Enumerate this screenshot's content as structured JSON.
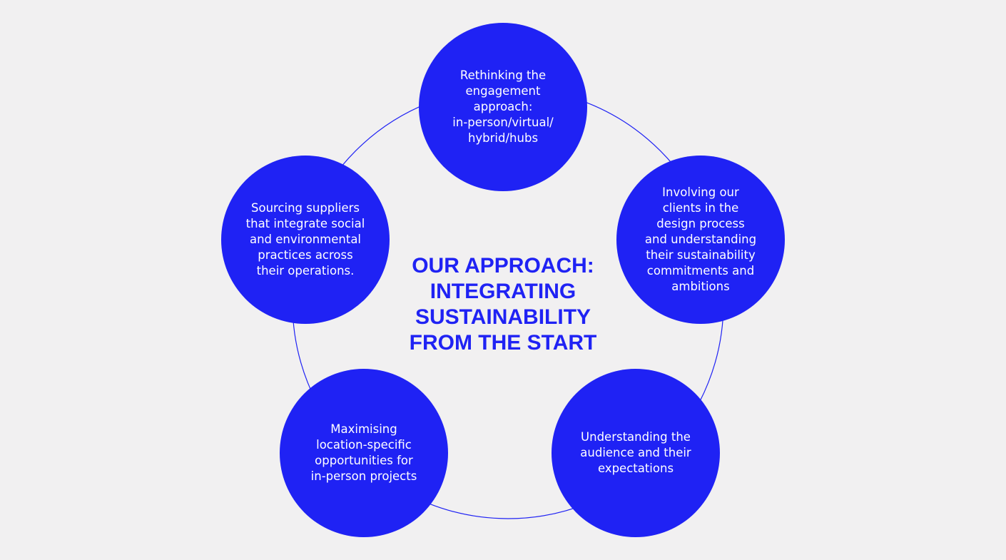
{
  "title": "OUR APPROACH:\nINTEGRATING\nSUSTAINABILITY\nFROM THE START",
  "colors": {
    "background": "#f1f0f1",
    "accent": "#1f22f4",
    "node_text": "#ffffff"
  },
  "nodes": [
    {
      "id": "engagement",
      "text": "Rethinking the\nengagement\napproach:\nin-person/virtual/\nhybrid/hubs"
    },
    {
      "id": "clients",
      "text": "Involving our\nclients in the\ndesign process\nand understanding\ntheir sustainability\ncommitments and\nambitions"
    },
    {
      "id": "audience",
      "text": "Understanding the\naudience and their\nexpectations"
    },
    {
      "id": "location",
      "text": "Maximising\nlocation-specific\nopportunities for\nin-person projects"
    },
    {
      "id": "suppliers",
      "text": "Sourcing suppliers\nthat integrate social\nand environmental\npractices across\ntheir operations."
    }
  ]
}
